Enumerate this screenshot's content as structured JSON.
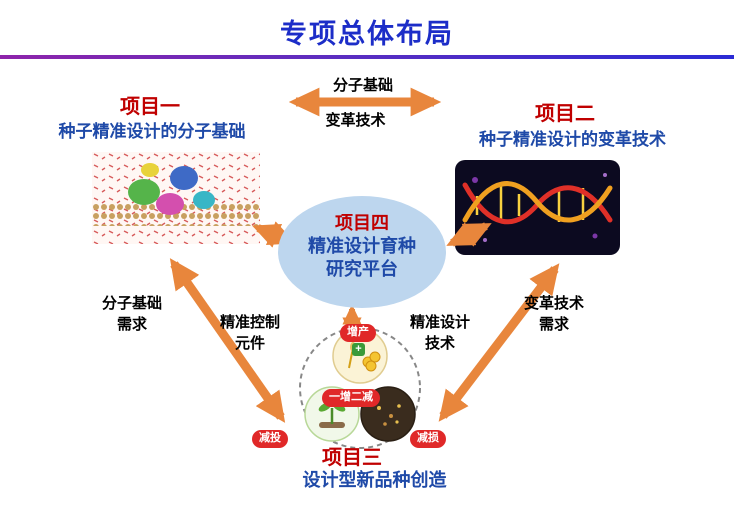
{
  "title": "专项总体布局",
  "top_connection": {
    "label_top": "分子基础",
    "label_bottom": "变革技术"
  },
  "projects": {
    "p1": {
      "name": "项目一",
      "subtitle": "种子精准设计的分子基础"
    },
    "p2": {
      "name": "项目二",
      "subtitle": "种子精准设计的变革技术"
    },
    "p3": {
      "name": "项目三",
      "subtitle": "设计型新品种创造"
    },
    "p4": {
      "name": "项目四",
      "line1": "精准设计育种",
      "line2": "研究平台"
    }
  },
  "edge_labels": {
    "left_outer_line1": "分子基础",
    "left_outer_line2": "需求",
    "left_inner_line1": "精准控制",
    "left_inner_line2": "元件",
    "right_inner_line1": "精准设计",
    "right_inner_line2": "技术",
    "right_outer_line1": "变革技术",
    "right_outer_line2": "需求"
  },
  "crop_diagram": {
    "badge_top": "增产",
    "plus_sign": "+",
    "badge_middle": "一增二减",
    "badge_left": "减投",
    "badge_right": "减损"
  },
  "colors": {
    "title_blue": "#1C2DC8",
    "project_red": "#C00000",
    "subtitle_blue": "#1F4AA8",
    "arrow_orange": "#E8863C",
    "ellipse_fill": "#BDD6EE",
    "badge_red": "#E02828"
  }
}
